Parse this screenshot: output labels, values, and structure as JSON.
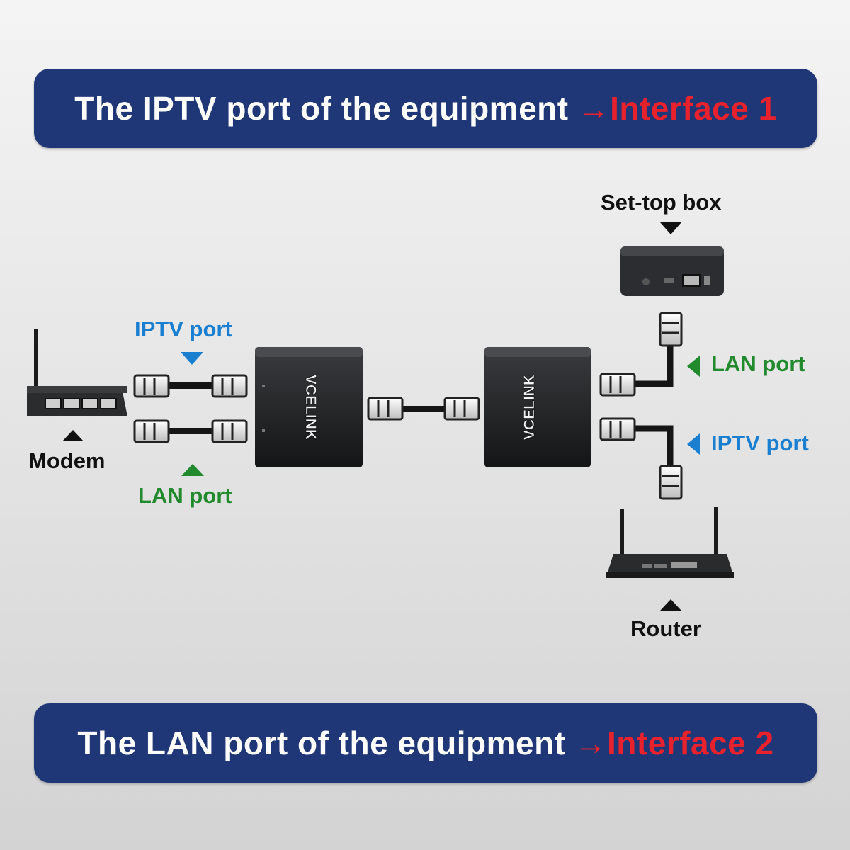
{
  "banner_top": {
    "text": "The IPTV port of the equipment ",
    "highlight": "→Interface 1"
  },
  "banner_bottom": {
    "text": "The LAN port of the equipment ",
    "highlight": "→Interface 2"
  },
  "labels": {
    "set_top_box": "Set-top box",
    "modem": "Modem",
    "router": "Router",
    "iptv_port_left": "IPTV port",
    "lan_port_left": "LAN port",
    "lan_port_right": "LAN port",
    "iptv_port_right": "IPTV port"
  },
  "devices": {
    "brand": "VCELINK"
  },
  "colors": {
    "banner": "#1f3777",
    "highlight": "#e8222d",
    "iptv_blue": "#1a7fd0",
    "lan_green": "#218a2d",
    "device": "#202124"
  }
}
